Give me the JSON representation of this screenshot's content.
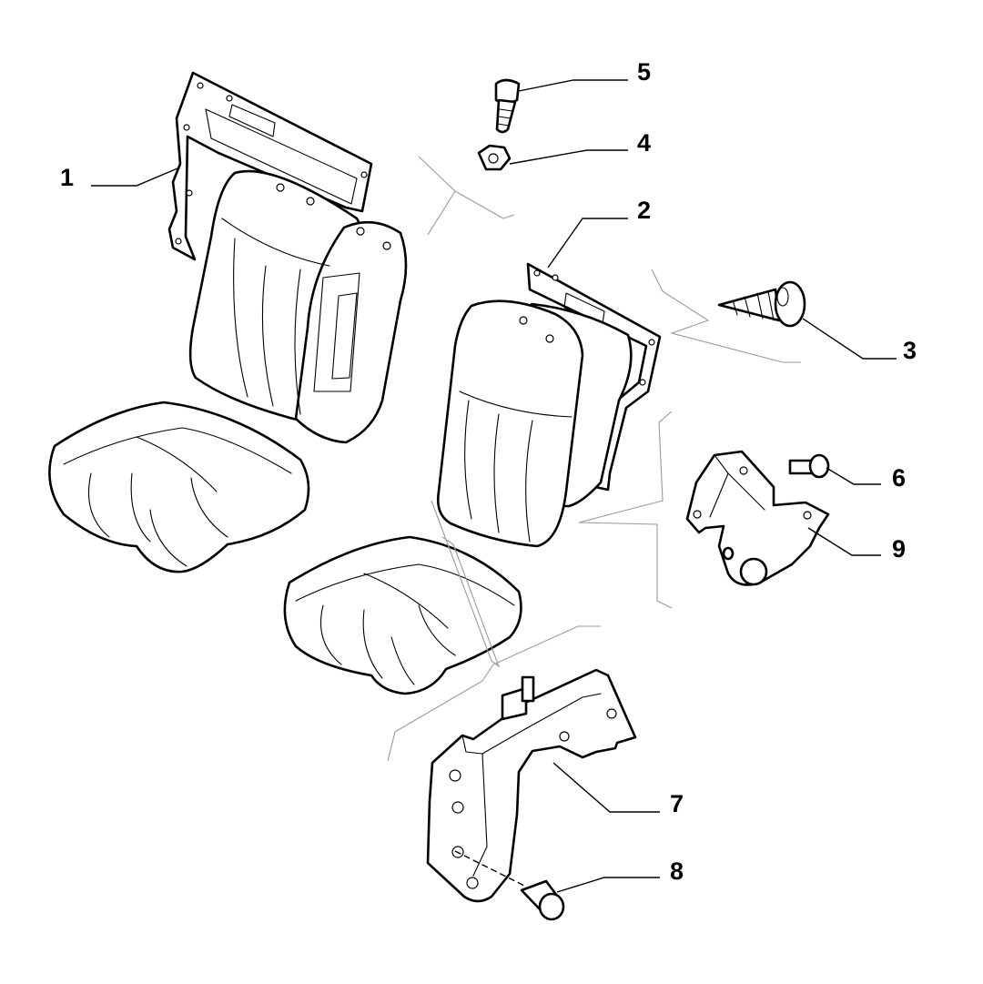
{
  "colors": {
    "line": "#000000",
    "guide": "#9a9a9a",
    "background": "#ffffff"
  },
  "callouts": [
    {
      "id": "c1",
      "label": "1"
    },
    {
      "id": "c2",
      "label": "2"
    },
    {
      "id": "c3",
      "label": "3"
    },
    {
      "id": "c4",
      "label": "4"
    },
    {
      "id": "c5",
      "label": "5"
    },
    {
      "id": "c6",
      "label": "6"
    },
    {
      "id": "c7",
      "label": "7"
    },
    {
      "id": "c8",
      "label": "8"
    },
    {
      "id": "c9",
      "label": "9"
    }
  ]
}
